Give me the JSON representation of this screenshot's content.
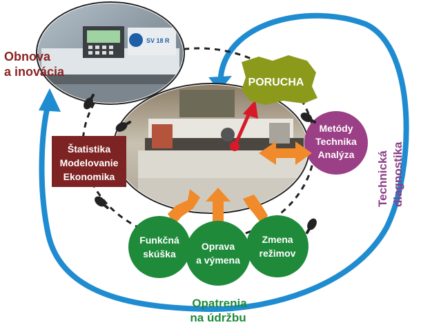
{
  "labels": {
    "renewal_line1": "Obnova",
    "renewal_line2": "a inovácia",
    "failure": "PORUCHA",
    "methods_line1": "Metódy",
    "methods_line2": "Technika",
    "methods_line3": "Analýza",
    "stats_line1": "Štatistika",
    "stats_line2": "Modelovanie",
    "stats_line3": "Ekonomika",
    "functional_line1": "Funkčná",
    "functional_line2": "skúška",
    "repair_line1": "Oprava",
    "repair_line2": "a výmena",
    "mode_line1": "Zmena",
    "mode_line2": "režimov",
    "maintenance_line1": "Opatrenia",
    "maintenance_line2": "na údržbu",
    "diagnostics_line1": "Technická",
    "diagnostics_line2": "diagnostika",
    "machine_plate": "SV 18 R"
  },
  "icons": {
    "cycle_arrow": "circular-arrow-icon",
    "transition_hands": "pointing-hand-icon"
  },
  "colors": {
    "cycle_blue": "#1f8bd0",
    "failure_green": "#8c9a1c",
    "methods_purple": "#9b3f86",
    "stats_maroon": "#7e2323",
    "action_green": "#1e8a3a",
    "arrow_orange": "#f08a2a",
    "arrow_red": "#d7192a",
    "renewal_text": "#8a2424",
    "diagnostics_text": "#8a3f86",
    "maintenance_text": "#1e8a3a"
  }
}
